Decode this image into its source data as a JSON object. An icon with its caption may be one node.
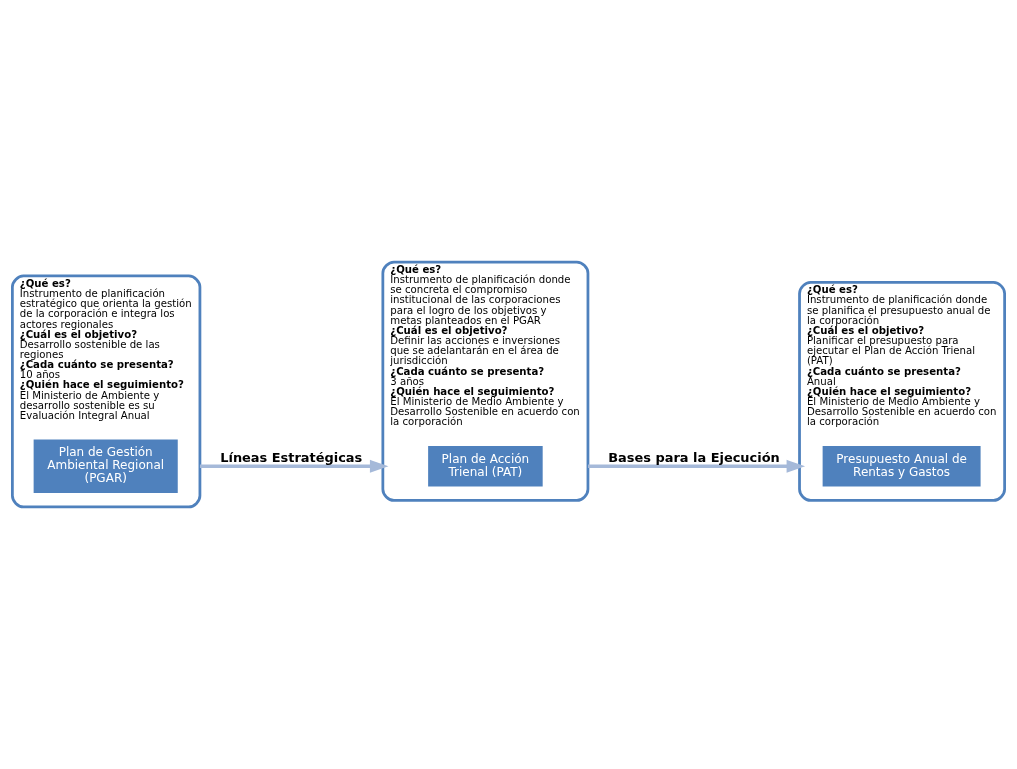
{
  "diagram": {
    "nodes": [
      {
        "text": [
          "¿Qué es?",
          "Instrumento de planificación estratégico que orienta la gestión de la corporación e integra los actores regionales",
          "¿Cuál es el objetivo?",
          "Desarrollo sostenible de las regiones",
          "¿Cada cuánto se presenta?",
          "10 años",
          "¿Quién hace el seguimiento?",
          "El Ministerio de Ambiente y desarrollo sostenible es su Evaluación Integral Anual"
        ]
      },
      {
        "text": [
          "Plan de Gestión Ambiental Regional (PGAR)"
        ],
        "in": 0
      },
      {
        "text": [
          "¿Qué es?",
          "Instrumento de planificación donde se concreta el compromiso institucional de las corporaciones para el logro de los objetivos y metas planteados en el PGAR",
          "¿Cuál es el objetivo?",
          "Definir las acciones e inversiones que se adelantarán en el área de jurisdicción",
          "¿Cada cuánto se presenta?",
          "3 años",
          "¿Quién hace el seguimiento?",
          "El Ministerio de Medio Ambiente y Desarrollo Sostenible en acuerdo con la corporación"
        ]
      },
      {
        "text": [
          "Plan de Acción Trienal (PAT)"
        ],
        "in": 2
      },
      {
        "text": [
          "¿Qué es?",
          "Instrumento de planificación donde se planifica el presupuesto anual de la corporación",
          "¿Cuál es el objetivo?",
          "Planificar el presupuesto para ejecutar el Plan de Acción Trienal (PAT)",
          "¿Cada cuánto se presenta?",
          "Anual",
          "¿Quién hace el seguimiento?",
          "El Ministerio de Medio Ambiente y Desarrollo Sostenible en acuerdo con la corporación"
        ]
      },
      {
        "text": [
          "Presupuesto Anual de Rentas y Gastos"
        ],
        "in": 4
      }
    ],
    "edges": [
      {
        "from": 0,
        "to": 2,
        "arrow": "to",
        "label": "Líneas Estratégicas"
      },
      {
        "from": 2,
        "to": 4,
        "arrow": "to",
        "label": "Bases para la Ejecución"
      }
    ]
  }
}
